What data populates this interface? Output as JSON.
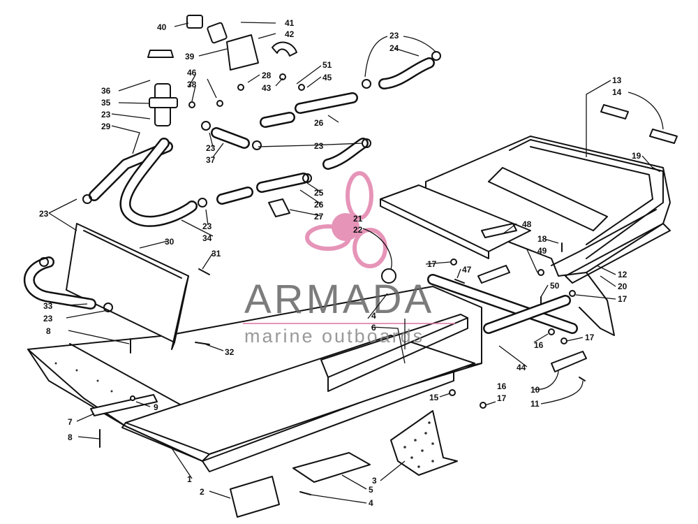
{
  "watermark": {
    "brand": "ARMADA",
    "tagline": "marine outboards",
    "logo_color": "#e07aa7",
    "text_color": "#6b6b6b"
  },
  "callouts": {
    "c1": "1",
    "c2": "2",
    "c3": "3",
    "c4a": "4",
    "c4b": "4",
    "c5": "5",
    "c6": "6",
    "c7": "7",
    "c8a": "8",
    "c8b": "8",
    "c9": "9",
    "c10": "10",
    "c11": "11",
    "c12": "12",
    "c13": "13",
    "c14": "14",
    "c15": "15",
    "c16a": "16",
    "c17a": "17",
    "c16b": "16",
    "c17b": "17",
    "c17c": "17",
    "c17d": "17",
    "c18": "18",
    "c19": "19",
    "c20": "20",
    "c21": "21",
    "c22": "22",
    "c23a": "23",
    "c23b": "23",
    "c23c": "23",
    "c23d": "23",
    "c23e": "23",
    "c23f": "23",
    "c23g": "23",
    "c24": "24",
    "c25": "25",
    "c26a": "26",
    "c26b": "26",
    "c27": "27",
    "c28": "28",
    "c29": "29",
    "c30": "30",
    "c31": "31",
    "c32": "32",
    "c33": "33",
    "c34": "34",
    "c35": "35",
    "c36": "36",
    "c37": "37",
    "c38": "38",
    "c39": "39",
    "c40": "40",
    "c41": "41",
    "c42": "42",
    "c43": "43",
    "c44": "44",
    "c45": "45",
    "c46": "46",
    "c47": "47",
    "c48": "48",
    "c49": "49",
    "c50": "50",
    "c51": "51"
  }
}
